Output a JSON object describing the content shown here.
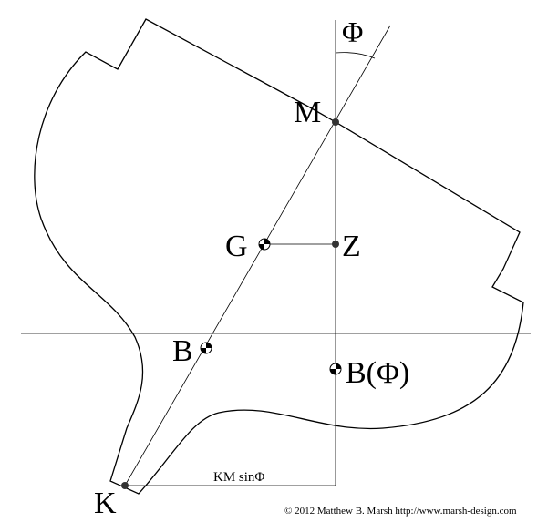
{
  "diagram": {
    "phi_label": "Φ",
    "points": {
      "M": "M",
      "G": "G",
      "Z": "Z",
      "B": "B",
      "B_phi": "B(Φ)",
      "K": "K"
    },
    "km_sin_label": "KM sinΦ",
    "credit": "© 2012 Matthew B. Marsh http://www.marsh-design.com"
  }
}
